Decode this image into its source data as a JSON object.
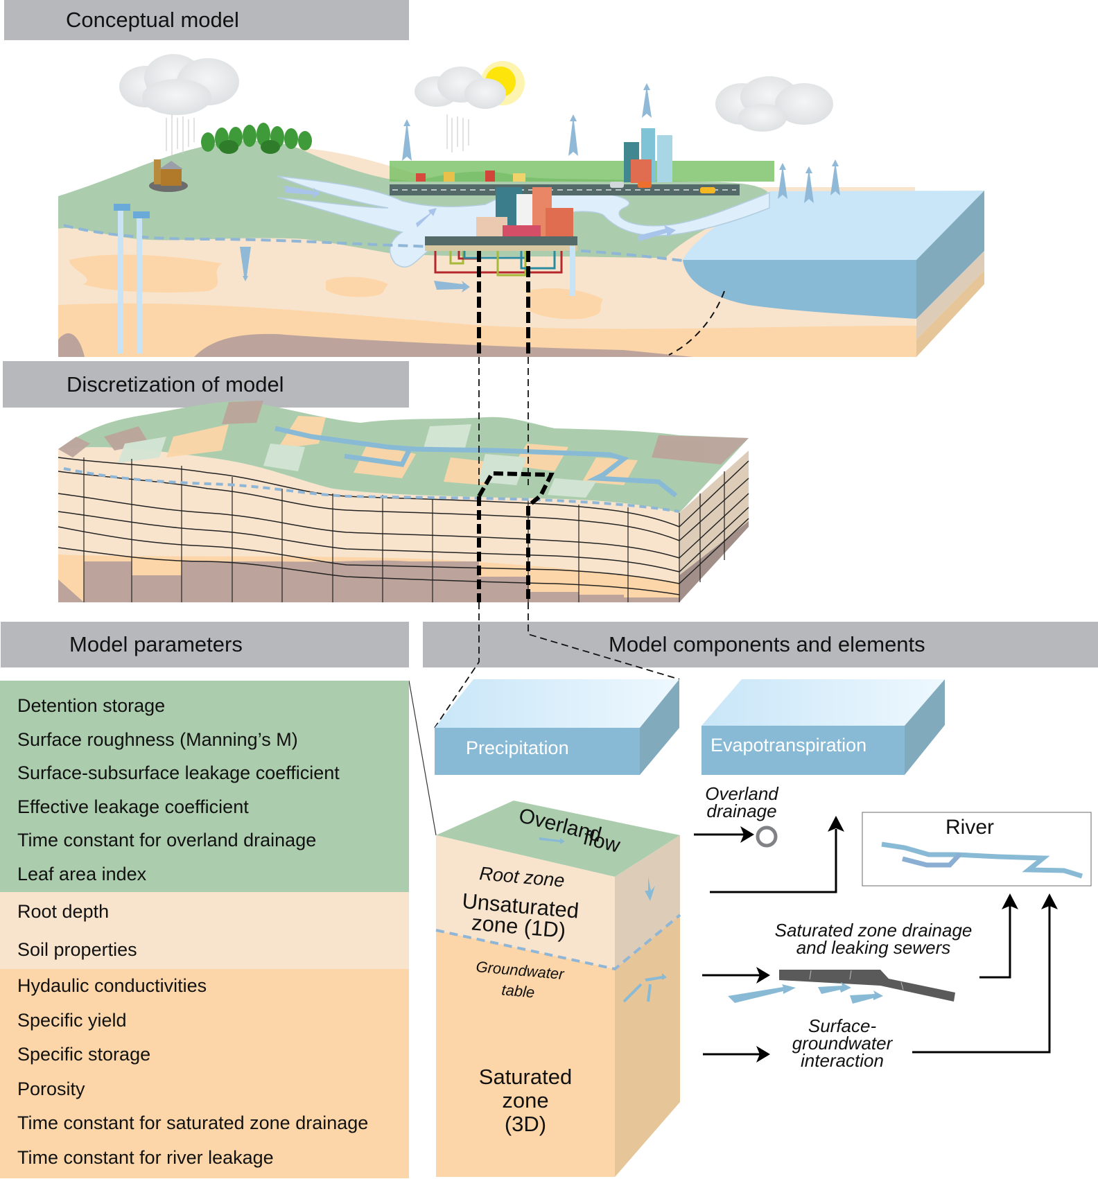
{
  "headers": {
    "conceptual": "Conceptual model",
    "discretization": "Discretization of model",
    "parameters": "Model parameters",
    "components": "Model components and elements"
  },
  "parameters": {
    "surface": [
      "Detention storage",
      "Surface roughness (Manning’s M)",
      "Surface-subsurface leakage coefficient",
      "Effective leakage coefficient",
      "Time constant for overland drainage",
      "Leaf area index"
    ],
    "unsaturated": [
      "Root depth",
      "Soil properties"
    ],
    "saturated": [
      "Hydaulic conductivities",
      "Specific yield",
      "Specific storage",
      "Porosity",
      "Time constant for saturated zone drainage",
      "Time constant for river leakage"
    ]
  },
  "components": {
    "precipitation": "Precipitation",
    "evapotranspiration": "Evapotranspiration",
    "overland_flow_1": "Overland",
    "overland_flow_2": "flow",
    "root_zone": "Root zone",
    "unsat_1": "Unsaturated",
    "unsat_2": "zone (1D)",
    "gw_table_1": "Groundwater",
    "gw_table_2": "table",
    "sat_1": "Saturated",
    "sat_2": "zone",
    "sat_3": "(3D)",
    "overland_drainage_1": "Overland",
    "overland_drainage_2": "drainage",
    "river": "River",
    "sz_drainage_1": "Saturated zone drainage",
    "sz_drainage_2": "and leaking sewers",
    "sgw_1": "Surface-",
    "sgw_2": "groundwater",
    "sgw_3": "interaction"
  },
  "colors": {
    "header_gray": "#b7b8bb",
    "surface_green": "#accdad",
    "unsaturated_beige": "#f8e4cd",
    "saturated_orange": "#fcd6a8",
    "bedrock": "#bca49c",
    "water_light": "#c8e6f8",
    "water_mid": "#89bad5",
    "water_dark": "#82aabd",
    "groundwater_dash": "#8fb6d6",
    "sewer_gray": "#5a5a5a"
  }
}
